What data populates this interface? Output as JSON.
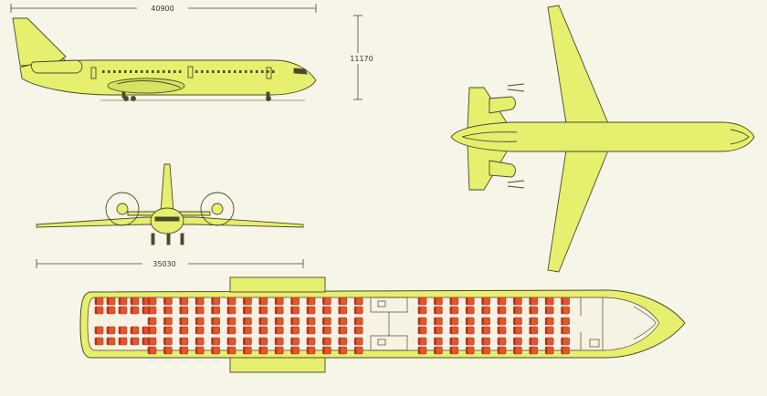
{
  "dimensions": {
    "length": "40900",
    "height": "11170",
    "span": "35030"
  },
  "colors": {
    "airframe": "#e6ef6e",
    "outline": "#4a4a2a",
    "seat": "#e0562e",
    "seat_back": "#b8321a",
    "cabin_floor": "#f6f2e4",
    "background": "#f7f5e8",
    "dim_line": "#444444"
  },
  "cabin": {
    "blocks": [
      {
        "name": "aft",
        "columns": 5,
        "rows": [
          0,
          1,
          3,
          4
        ]
      },
      {
        "name": "rear-main",
        "columns": 14,
        "rows": [
          0,
          1,
          2,
          3,
          4,
          5
        ]
      },
      {
        "name": "front-main",
        "columns": 10,
        "rows": [
          0,
          1,
          2,
          3,
          4,
          5
        ]
      }
    ]
  },
  "icons": [
    "side-view-aircraft",
    "top-view-aircraft",
    "front-view-aircraft",
    "cabin-seating-plan"
  ]
}
